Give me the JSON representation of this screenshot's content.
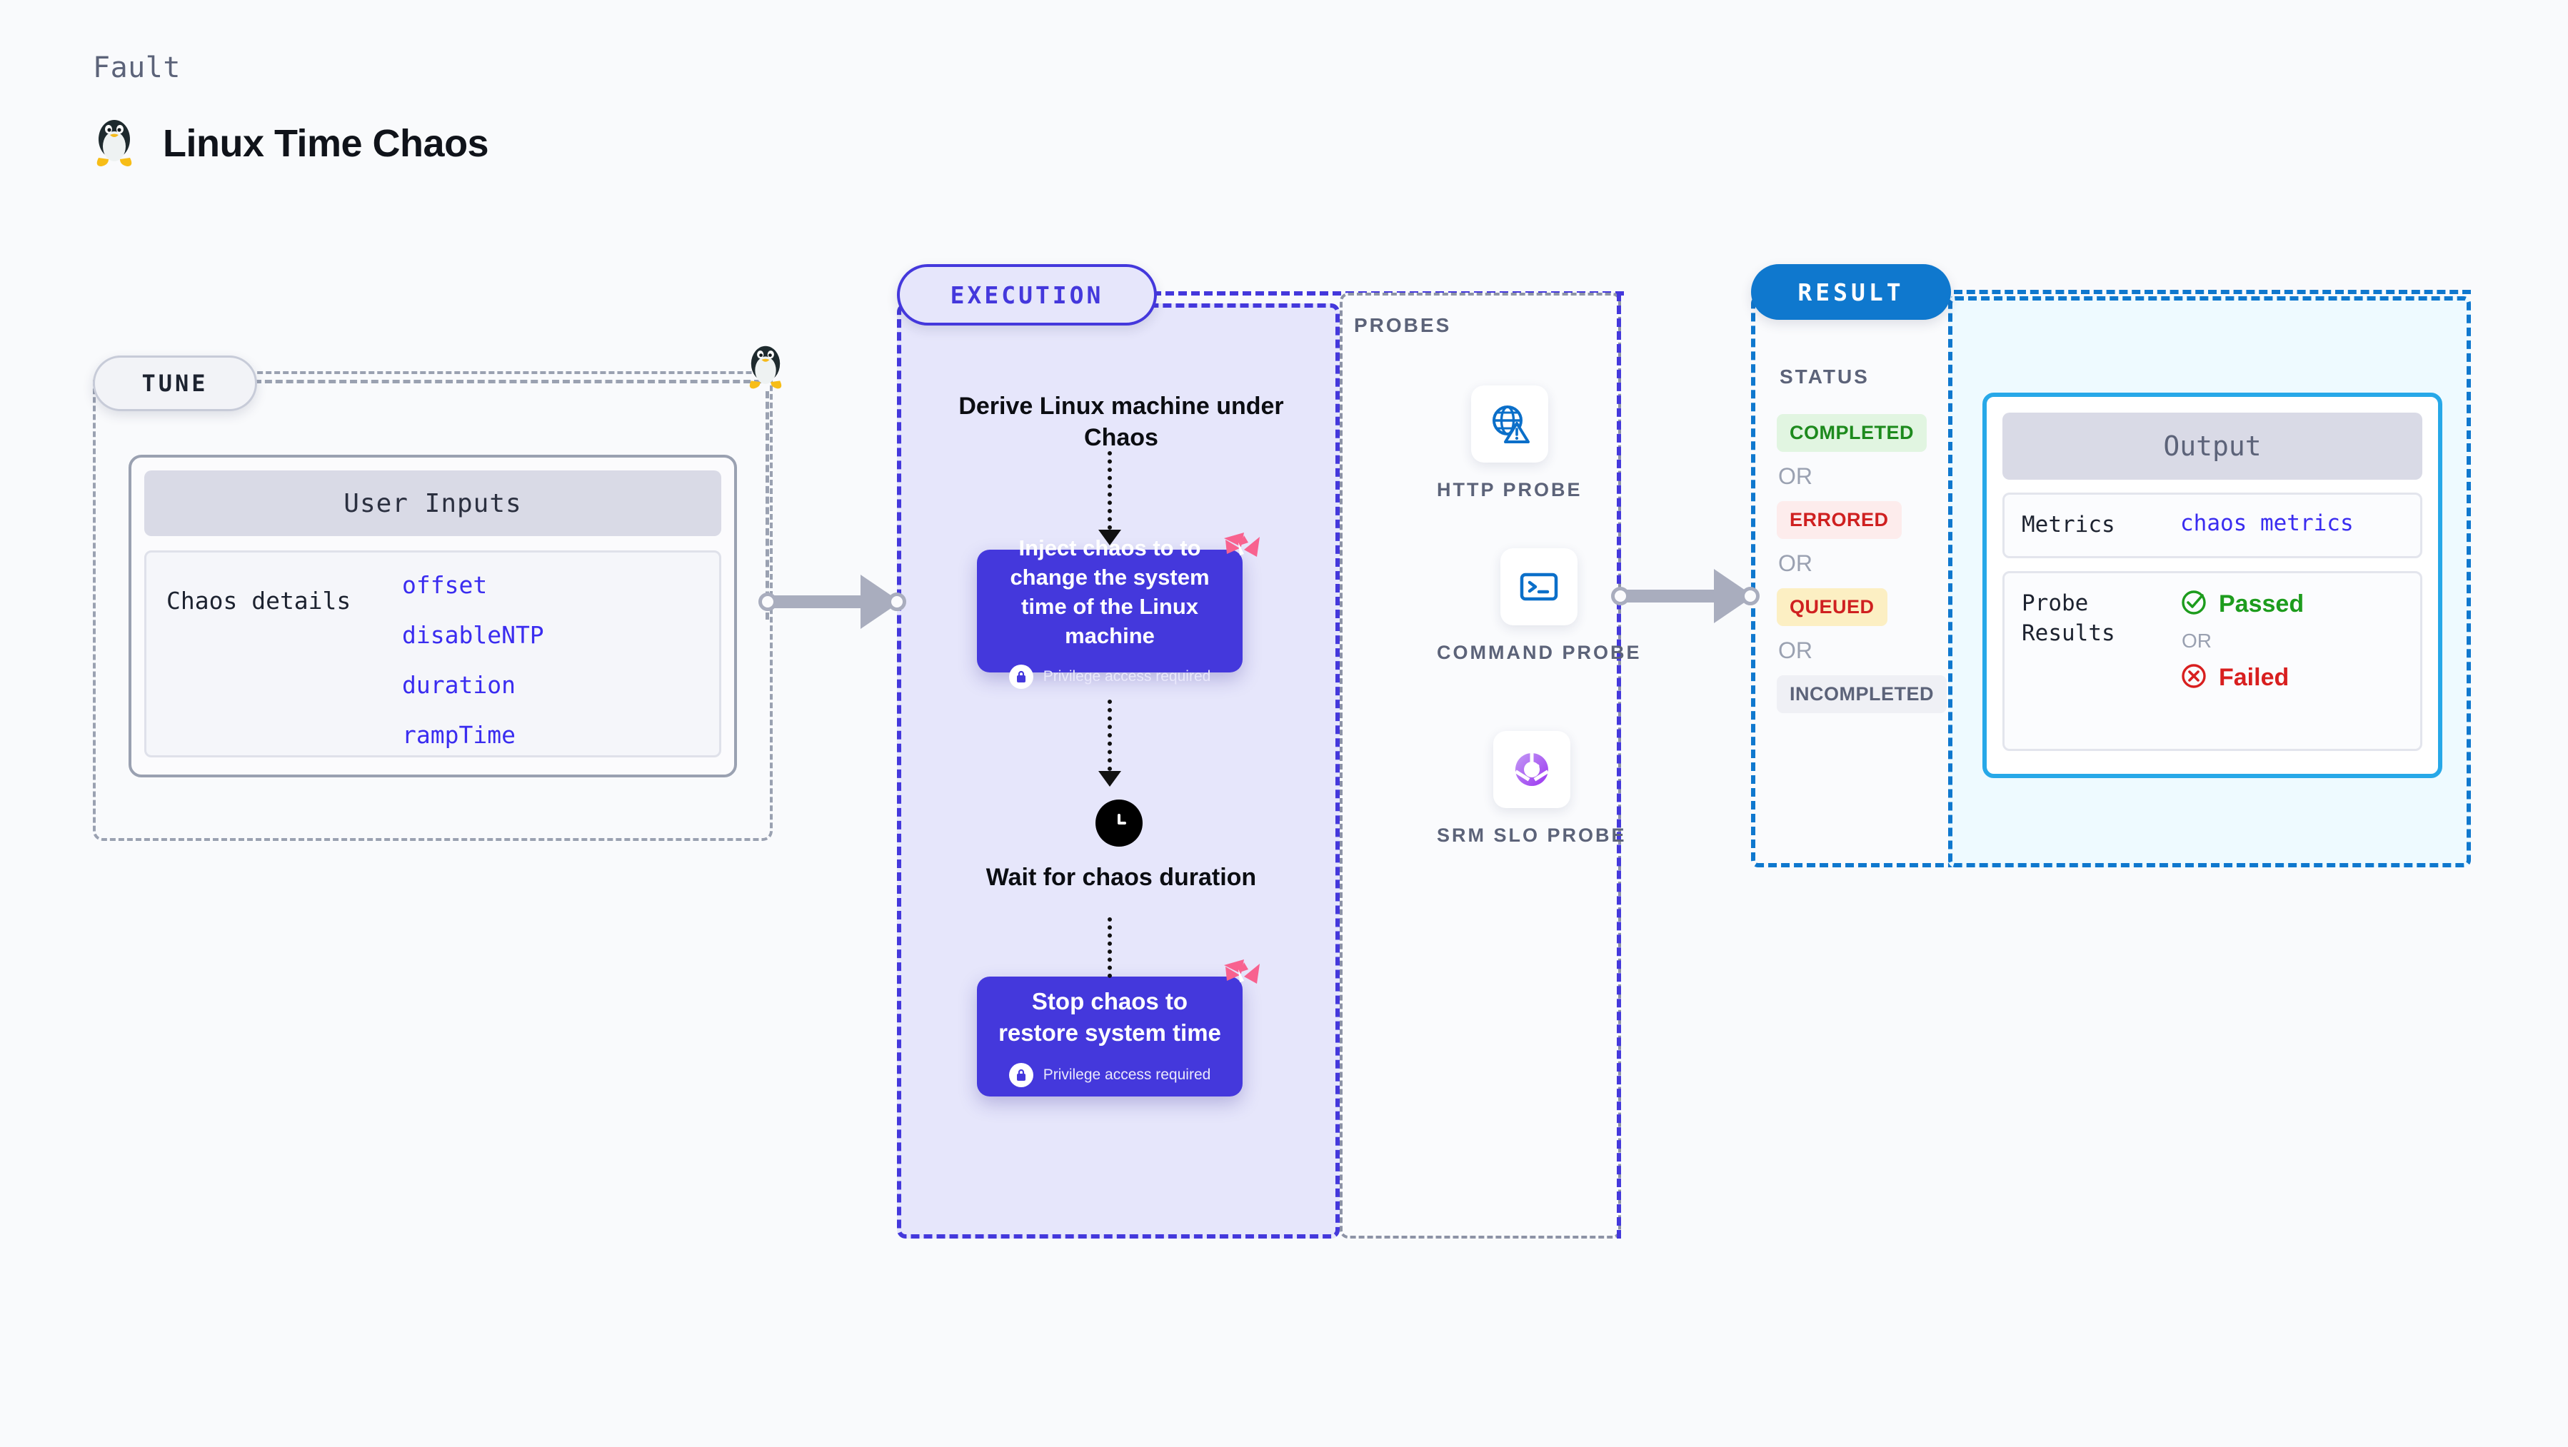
{
  "header": {
    "eyebrow": "Fault",
    "title": "Linux Time Chaos",
    "icon": "linux-penguin-icon"
  },
  "tune": {
    "pill_label": "TUNE",
    "card": {
      "header": "User Inputs",
      "row_label": "Chaos details",
      "values": [
        "offset",
        "disableNTP",
        "duration",
        "rampTime"
      ]
    }
  },
  "execution": {
    "pill_label": "EXECUTION",
    "derive_text": "Derive Linux machine under Chaos",
    "inject_block": {
      "title": "Inject chaos to to change the system time of the Linux machine",
      "privilege": "Privilege access required"
    },
    "wait_text": "Wait for chaos duration",
    "stop_block": {
      "title": "Stop chaos to restore system time",
      "privilege": "Privilege access required"
    }
  },
  "probes": {
    "label": "PROBES",
    "items": [
      {
        "icon": "globe-warning-icon",
        "label": "HTTP PROBE"
      },
      {
        "icon": "terminal-prompt-icon",
        "label": "COMMAND PROBE"
      },
      {
        "icon": "srm-slo-donut-check-icon",
        "label": "SRM SLO PROBE"
      }
    ]
  },
  "result": {
    "pill_label": "RESULT",
    "status_label": "STATUS",
    "or_label": "OR",
    "statuses": [
      {
        "label": "COMPLETED",
        "bg": "#e1f5e1",
        "fg": "#1d8a1d"
      },
      {
        "label": "ERRORED",
        "bg": "#fdecec",
        "fg": "#cf2020"
      },
      {
        "label": "QUEUED",
        "bg": "#fcefc3",
        "fg": "#cf2020"
      },
      {
        "label": "INCOMPLETED",
        "bg": "#eff0f5",
        "fg": "#5c6379"
      }
    ],
    "output": {
      "header": "Output",
      "metrics_key": "Metrics",
      "metrics_value": "chaos metrics",
      "probe_results_key": "Probe Results",
      "passed": "Passed",
      "failed": "Failed",
      "or_label": "OR"
    }
  },
  "colors": {
    "execution_accent": "#4438dc",
    "result_accent": "#0f78ce",
    "output_border": "#27a8e8",
    "harness_pink": "#f8628f",
    "code_blue": "#3a2cf0",
    "muted": "#9aa1b1",
    "page_bg": "#f9fafc"
  }
}
